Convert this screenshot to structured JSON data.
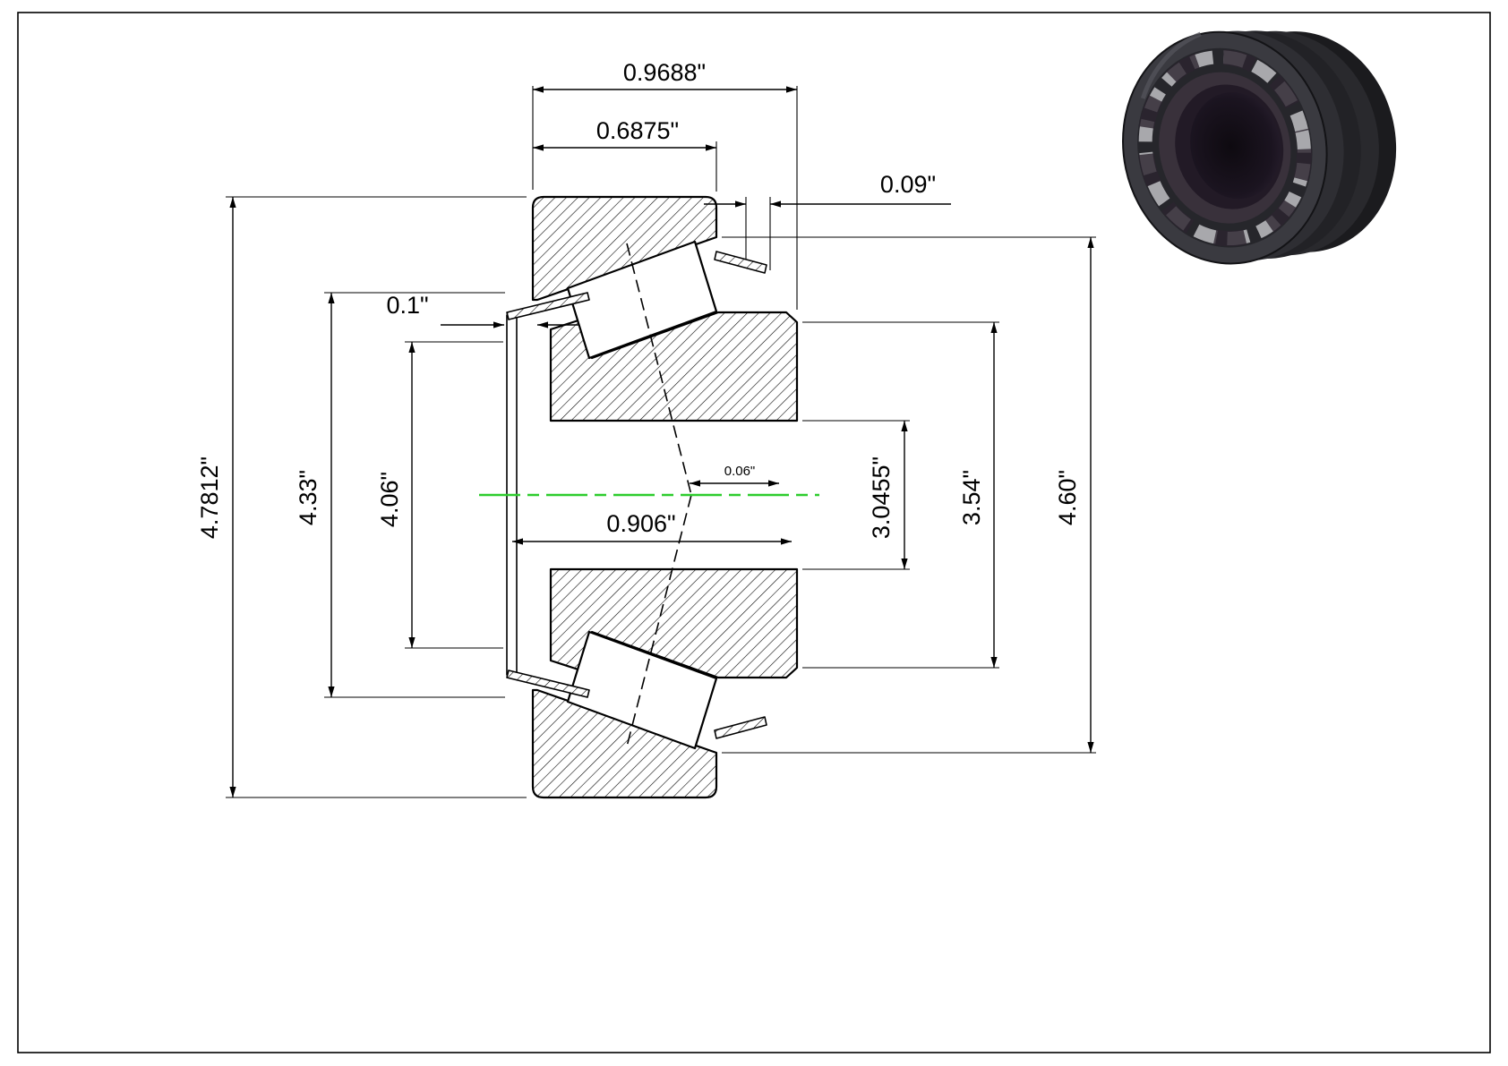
{
  "drawing": {
    "dims": {
      "total_width": "0.9688\"",
      "cup_width": "0.6875\"",
      "standout": "0.09\"",
      "seal_offset": "0.1\"",
      "outer_diameter": "4.7812\"",
      "flange_diameter": "4.33\"",
      "seal_diameter": "4.06\"",
      "cone_width": "0.906\"",
      "effective_center_offset": "0.06\"",
      "bore_diameter": "3.0455\"",
      "rib_diameter": "3.54\"",
      "housing_diameter": "4.60\""
    },
    "colors": {
      "line": "#000000",
      "centerline": "#2ecc2e",
      "background": "#ffffff",
      "bearing_body": "#2e2e33",
      "bearing_cage": "#a8a8ac",
      "bearing_bore": "#17121a"
    }
  }
}
